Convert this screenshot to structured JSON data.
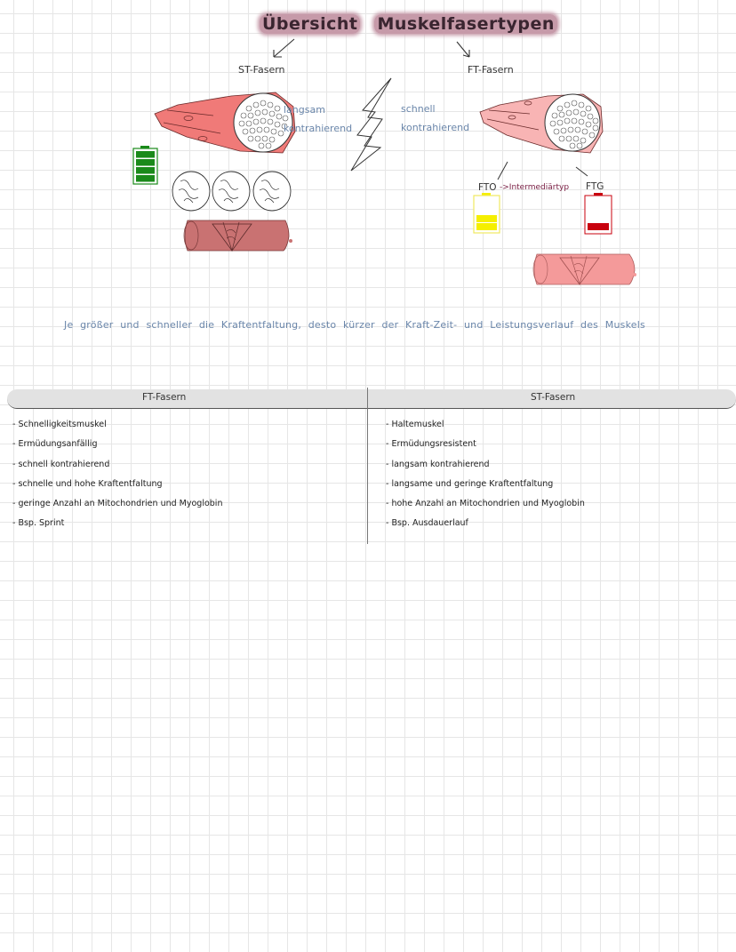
{
  "title": {
    "word1": "Übersicht",
    "word2": "Muskelfasertypen",
    "highlight_color": "#c69aa9"
  },
  "diagram": {
    "st_label": "ST-Fasern",
    "ft_label": "FT-Fasern",
    "st_speed_line1": "langsam",
    "st_speed_line2": "kontrahierend",
    "ft_speed_line1": "schnell",
    "ft_speed_line2": "kontrahierend",
    "fto_label": "FTO",
    "fto_arrow_note": "->Intermediärtyp",
    "ftg_label": "FTG",
    "colors": {
      "st_muscle": "#f07a78",
      "ft_muscle": "#f8b4b4",
      "st_battery": "#1a8a1a",
      "fto_battery": "#f5ef00",
      "ftg_battery": "#c8000e",
      "st_myo": "#c97272",
      "ft_myo": "#f49a9a"
    }
  },
  "sentence": "Je größer und schneller die Kraftentfaltung, desto kürzer der Kraft-Zeit- und Leistungsverlauf des Muskels",
  "table": {
    "columns": [
      {
        "header": "FT-Fasern",
        "items": [
          "- Schnelligkeitsmuskel",
          "- Ermüdungsanfällig",
          "- schnell kontrahierend",
          "- schnelle und  hohe Kraftentfaltung",
          "- geringe Anzahl an Mitochondrien  und Myoglobin",
          "- Bsp. Sprint"
        ]
      },
      {
        "header": "ST-Fasern",
        "items": [
          "- Haltemuskel",
          "- Ermüdungsresistent",
          "- langsam kontrahierend",
          "- langsame und  geringe Kraftentfaltung",
          "- hohe Anzahl an  Mitochondrien  und Myoglobin",
          "- Bsp. Ausdauerlauf"
        ]
      }
    ]
  }
}
